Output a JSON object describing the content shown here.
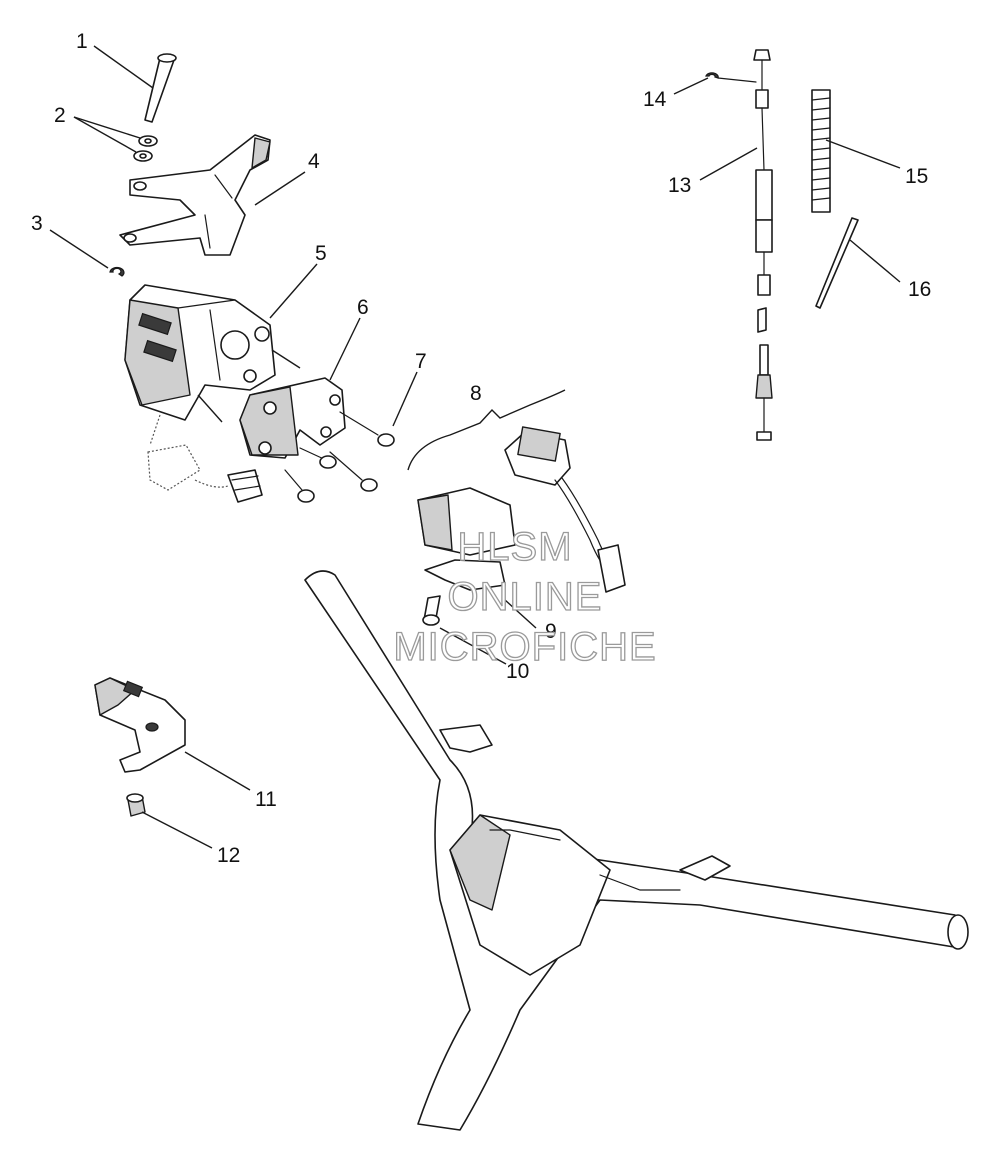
{
  "diagram": {
    "callouts": [
      {
        "id": "1",
        "label": "1"
      },
      {
        "id": "2",
        "label": "2"
      },
      {
        "id": "3",
        "label": "3"
      },
      {
        "id": "4",
        "label": "4"
      },
      {
        "id": "5",
        "label": "5"
      },
      {
        "id": "6",
        "label": "6"
      },
      {
        "id": "7",
        "label": "7"
      },
      {
        "id": "8",
        "label": "8"
      },
      {
        "id": "9",
        "label": "9"
      },
      {
        "id": "10",
        "label": "10"
      },
      {
        "id": "11",
        "label": "11"
      },
      {
        "id": "12",
        "label": "12"
      },
      {
        "id": "13",
        "label": "13"
      },
      {
        "id": "14",
        "label": "14"
      },
      {
        "id": "15",
        "label": "15"
      },
      {
        "id": "16",
        "label": "16"
      }
    ],
    "watermark": {
      "line1": "HLSM",
      "line2": "ONLINE",
      "line3": "MICROFICHE"
    }
  },
  "colors": {
    "line": "#1a1a1a",
    "background": "#ffffff",
    "watermark_outline": "#9a9a9a"
  }
}
